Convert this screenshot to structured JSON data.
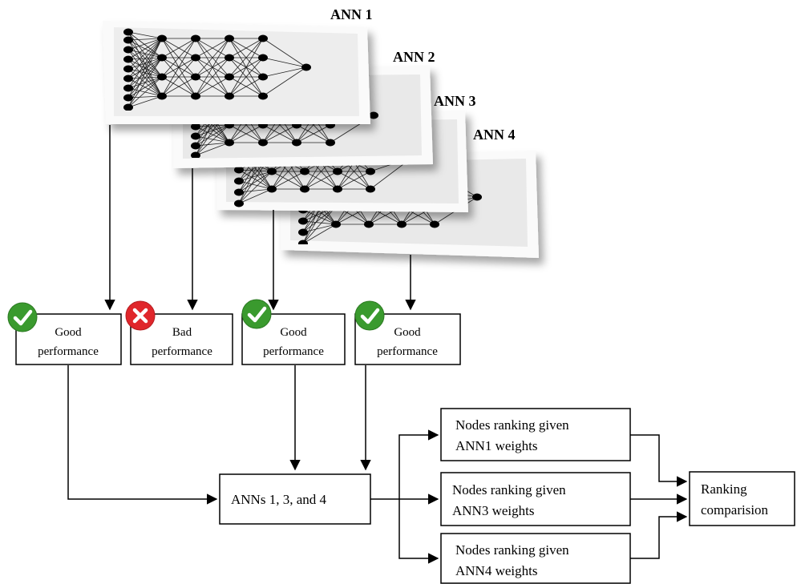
{
  "networks": [
    {
      "label": "ANN 1"
    },
    {
      "label": "ANN 2"
    },
    {
      "label": "ANN 3"
    },
    {
      "label": "ANN 4"
    }
  ],
  "evaluations": [
    {
      "line1": "Good",
      "line2": "performance",
      "status": "good",
      "icon": "check-icon"
    },
    {
      "line1": "Bad",
      "line2": "performance",
      "status": "bad",
      "icon": "cross-icon"
    },
    {
      "line1": "Good",
      "line2": "performance",
      "status": "good",
      "icon": "check-icon"
    },
    {
      "line1": "Good",
      "line2": "performance",
      "status": "good",
      "icon": "check-icon"
    }
  ],
  "selected": {
    "label": "ANNs 1, 3, and 4"
  },
  "rankings": [
    {
      "line1": "Nodes ranking given",
      "line2": "ANN1 weights"
    },
    {
      "line1": "Nodes ranking given",
      "line2": "ANN3 weights"
    },
    {
      "line1": "Nodes ranking given",
      "line2": "ANN4 weights"
    }
  ],
  "comparison": {
    "line1": "Ranking",
    "line2": "comparision"
  },
  "colors": {
    "good": "#3a9a2e",
    "bad": "#e0262b",
    "panel": "#ebebeb",
    "panel_border": "#cccccc"
  }
}
